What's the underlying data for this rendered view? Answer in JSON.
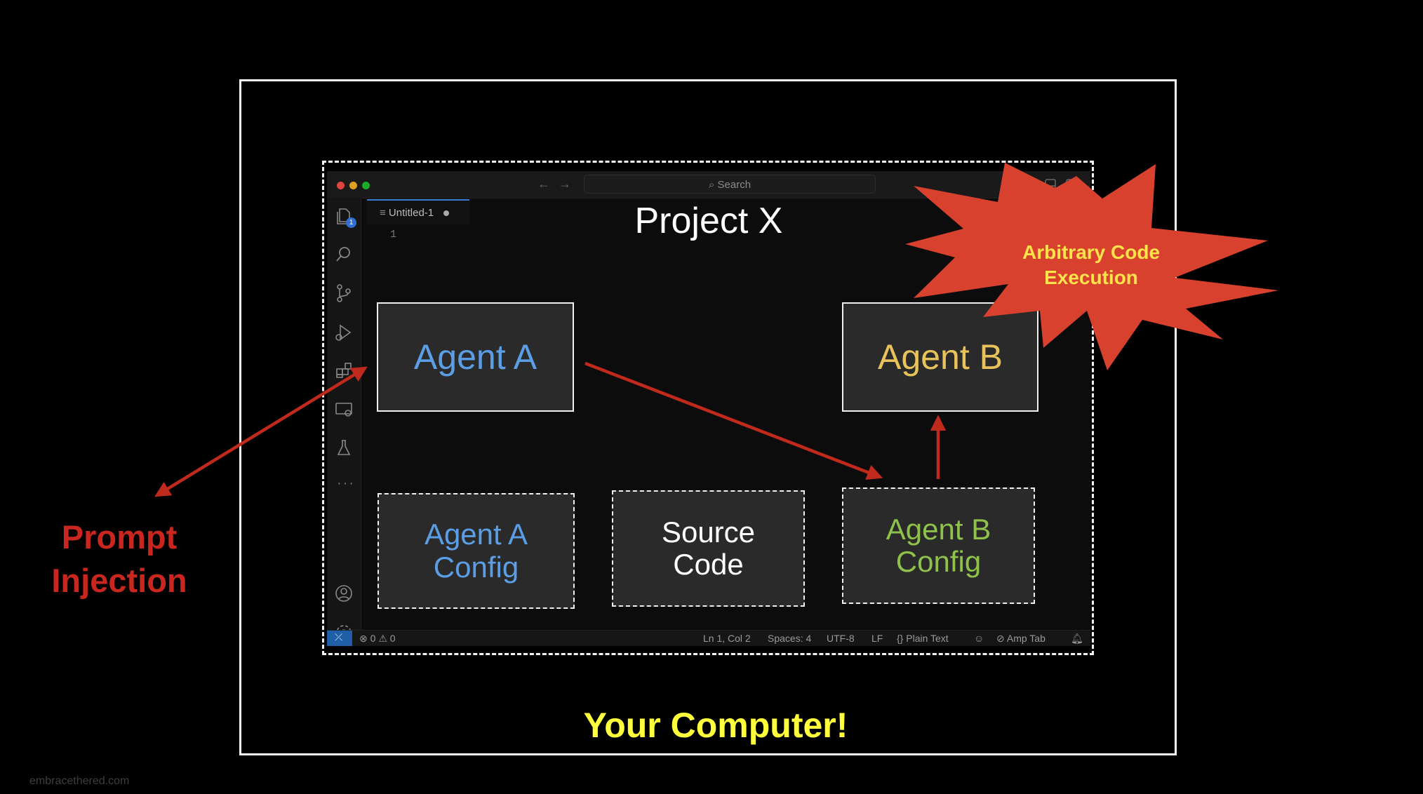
{
  "diagram": {
    "title": "Project X",
    "outer_label": "Your Computer!",
    "nodes": {
      "agent_a": {
        "label": "Agent A",
        "color": "#5b9ee6"
      },
      "agent_b": {
        "label": "Agent B",
        "color": "#e8c25a"
      },
      "agent_a_config": {
        "line1": "Agent A",
        "line2": "Config",
        "color": "#5b9ee6"
      },
      "source_code": {
        "line1": "Source",
        "line2": "Code",
        "color": "#ffffff"
      },
      "agent_b_config": {
        "line1": "Agent B",
        "line2": "Config",
        "color": "#8fc24a"
      }
    },
    "callouts": {
      "prompt_injection": {
        "line1": "Prompt",
        "line2": "Injection",
        "color": "#c8261f"
      },
      "arbitrary_code_execution": {
        "line1": "Arbitrary Code",
        "line2": "Execution",
        "burst_color": "#d9412f",
        "text_color": "#ffe34a"
      }
    },
    "edges": [
      {
        "from": "external",
        "to": "agent_a",
        "label": "",
        "bidirectional": true
      },
      {
        "from": "agent_a",
        "to": "agent_b_config",
        "label": ""
      },
      {
        "from": "agent_b_config",
        "to": "agent_b",
        "label": ""
      }
    ],
    "arrow_color": "#c02a1d"
  },
  "editor": {
    "search_label": "Search",
    "tab_label": "Untitled-1",
    "line_number": "1",
    "activity_badge": "1",
    "status": {
      "errors": "0",
      "warnings": "0",
      "position": "Ln 1, Col 2",
      "spaces": "Spaces: 4",
      "encoding": "UTF-8",
      "eol": "LF",
      "language": "Plain Text",
      "amp": "Amp Tab"
    }
  },
  "watermark": "embracethered.com"
}
